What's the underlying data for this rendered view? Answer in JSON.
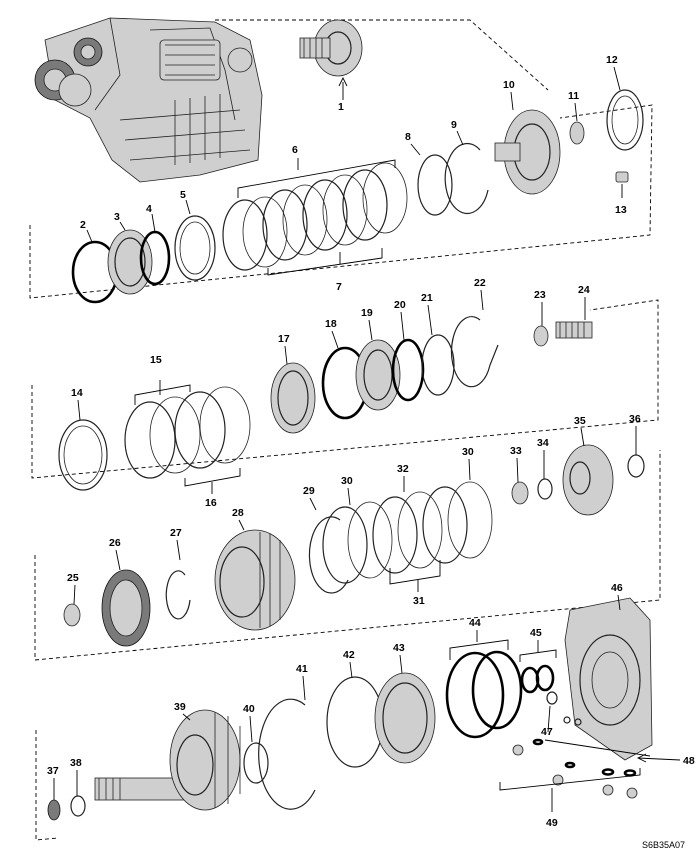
{
  "figure_code": "S6B35A07",
  "parts": [
    {
      "id": "1",
      "label": "1"
    },
    {
      "id": "2",
      "label": "2"
    },
    {
      "id": "3",
      "label": "3"
    },
    {
      "id": "4",
      "label": "4"
    },
    {
      "id": "5",
      "label": "5"
    },
    {
      "id": "6",
      "label": "6"
    },
    {
      "id": "7",
      "label": "7"
    },
    {
      "id": "8",
      "label": "8"
    },
    {
      "id": "9",
      "label": "9"
    },
    {
      "id": "10",
      "label": "10"
    },
    {
      "id": "11",
      "label": "11"
    },
    {
      "id": "12",
      "label": "12"
    },
    {
      "id": "13",
      "label": "13"
    },
    {
      "id": "14",
      "label": "14"
    },
    {
      "id": "15",
      "label": "15"
    },
    {
      "id": "16",
      "label": "16"
    },
    {
      "id": "17",
      "label": "17"
    },
    {
      "id": "18",
      "label": "18"
    },
    {
      "id": "19",
      "label": "19"
    },
    {
      "id": "20",
      "label": "20"
    },
    {
      "id": "21",
      "label": "21"
    },
    {
      "id": "22",
      "label": "22"
    },
    {
      "id": "23",
      "label": "23"
    },
    {
      "id": "24",
      "label": "24"
    },
    {
      "id": "25",
      "label": "25"
    },
    {
      "id": "26",
      "label": "26"
    },
    {
      "id": "27",
      "label": "27"
    },
    {
      "id": "28",
      "label": "28"
    },
    {
      "id": "29",
      "label": "29"
    },
    {
      "id": "30a",
      "label": "30"
    },
    {
      "id": "30b",
      "label": "30"
    },
    {
      "id": "31",
      "label": "31"
    },
    {
      "id": "32",
      "label": "32"
    },
    {
      "id": "33",
      "label": "33"
    },
    {
      "id": "34",
      "label": "34"
    },
    {
      "id": "35",
      "label": "35"
    },
    {
      "id": "36",
      "label": "36"
    },
    {
      "id": "37",
      "label": "37"
    },
    {
      "id": "38",
      "label": "38"
    },
    {
      "id": "39",
      "label": "39"
    },
    {
      "id": "40",
      "label": "40"
    },
    {
      "id": "41",
      "label": "41"
    },
    {
      "id": "42",
      "label": "42"
    },
    {
      "id": "43",
      "label": "43"
    },
    {
      "id": "44",
      "label": "44"
    },
    {
      "id": "45",
      "label": "45"
    },
    {
      "id": "46",
      "label": "46"
    },
    {
      "id": "47",
      "label": "47"
    },
    {
      "id": "48",
      "label": "48"
    },
    {
      "id": "49",
      "label": "49"
    }
  ]
}
